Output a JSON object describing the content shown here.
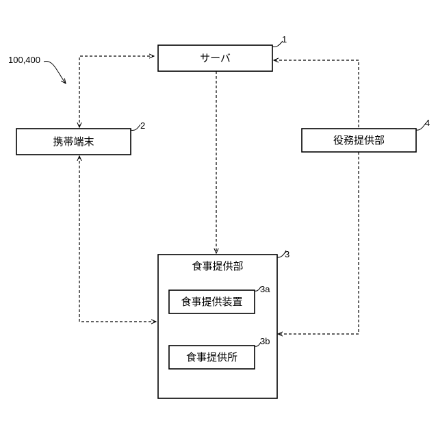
{
  "figure": {
    "system_ref": "100,400",
    "nodes": {
      "server": {
        "label": "サーバ",
        "ref": "1"
      },
      "mobile_terminal": {
        "label": "携帯端末",
        "ref": "2"
      },
      "meal_provider": {
        "label": "食事提供部",
        "ref": "3"
      },
      "meal_device": {
        "label": "食事提供装置",
        "ref": "3a"
      },
      "meal_place": {
        "label": "食事提供所",
        "ref": "3b"
      },
      "service_provider": {
        "label": "役務提供部",
        "ref": "4"
      }
    }
  }
}
